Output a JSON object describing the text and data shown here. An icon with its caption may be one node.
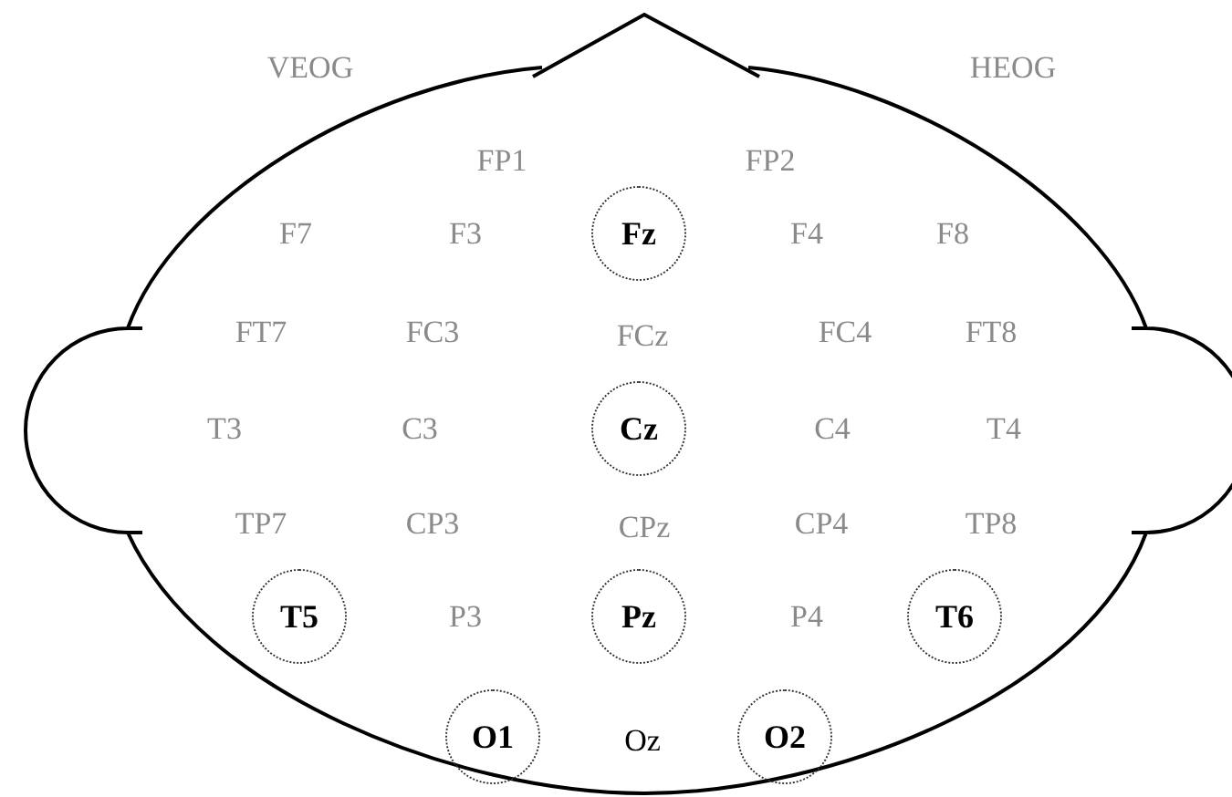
{
  "diagram": {
    "nodes": [
      {
        "text": [
          "Fz"
        ]
      },
      {
        "text": [
          "Cz"
        ]
      },
      {
        "text": [
          "T5"
        ]
      },
      {
        "text": [
          "Pz"
        ]
      },
      {
        "text": [
          "T6"
        ]
      },
      {
        "text": [
          "O1"
        ]
      },
      {
        "text": [
          "O2"
        ]
      }
    ],
    "labels": [
      "VEOG",
      "HEOG",
      "FP1",
      "FP2",
      "F7",
      "F3",
      "F4",
      "F8",
      "FT7",
      "FC3",
      "FCz",
      "FC4",
      "FT8",
      "T3",
      "C3",
      "C4",
      "T4",
      "TP7",
      "CP3",
      "CPz",
      "CP4",
      "TP8",
      "P3",
      "P4",
      "Oz"
    ]
  }
}
